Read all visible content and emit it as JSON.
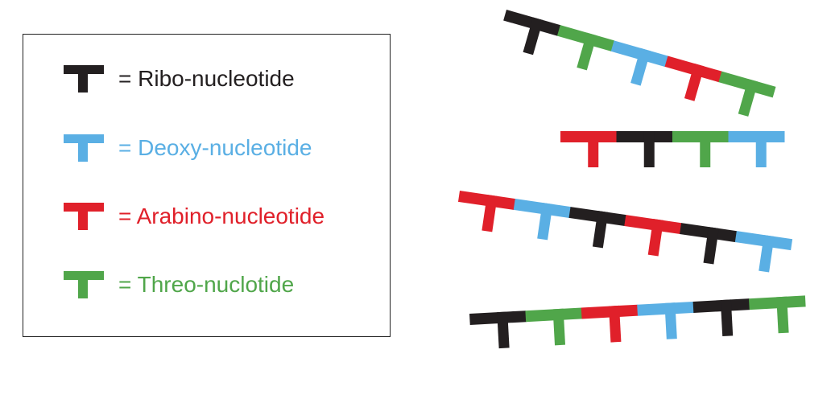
{
  "colors": {
    "ribo": "#231f20",
    "deoxy": "#5aafe4",
    "arabino": "#e0202a",
    "threo": "#50a64a"
  },
  "legend": [
    {
      "type": "ribo",
      "label": "= Ribo-nucleotide"
    },
    {
      "type": "deoxy",
      "label": "= Deoxy-nucleotide"
    },
    {
      "type": "arabino",
      "label": "= Arabino-nucleotide"
    },
    {
      "type": "threo",
      "label": "= Threo-nuclotide"
    }
  ],
  "strands": [
    {
      "sequence": [
        "ribo",
        "threo",
        "deoxy",
        "arabino",
        "threo"
      ]
    },
    {
      "sequence": [
        "arabino",
        "ribo",
        "threo",
        "deoxy"
      ]
    },
    {
      "sequence": [
        "arabino",
        "deoxy",
        "ribo",
        "arabino",
        "ribo",
        "deoxy"
      ]
    },
    {
      "sequence": [
        "ribo",
        "threo",
        "arabino",
        "deoxy",
        "ribo",
        "threo"
      ]
    }
  ]
}
